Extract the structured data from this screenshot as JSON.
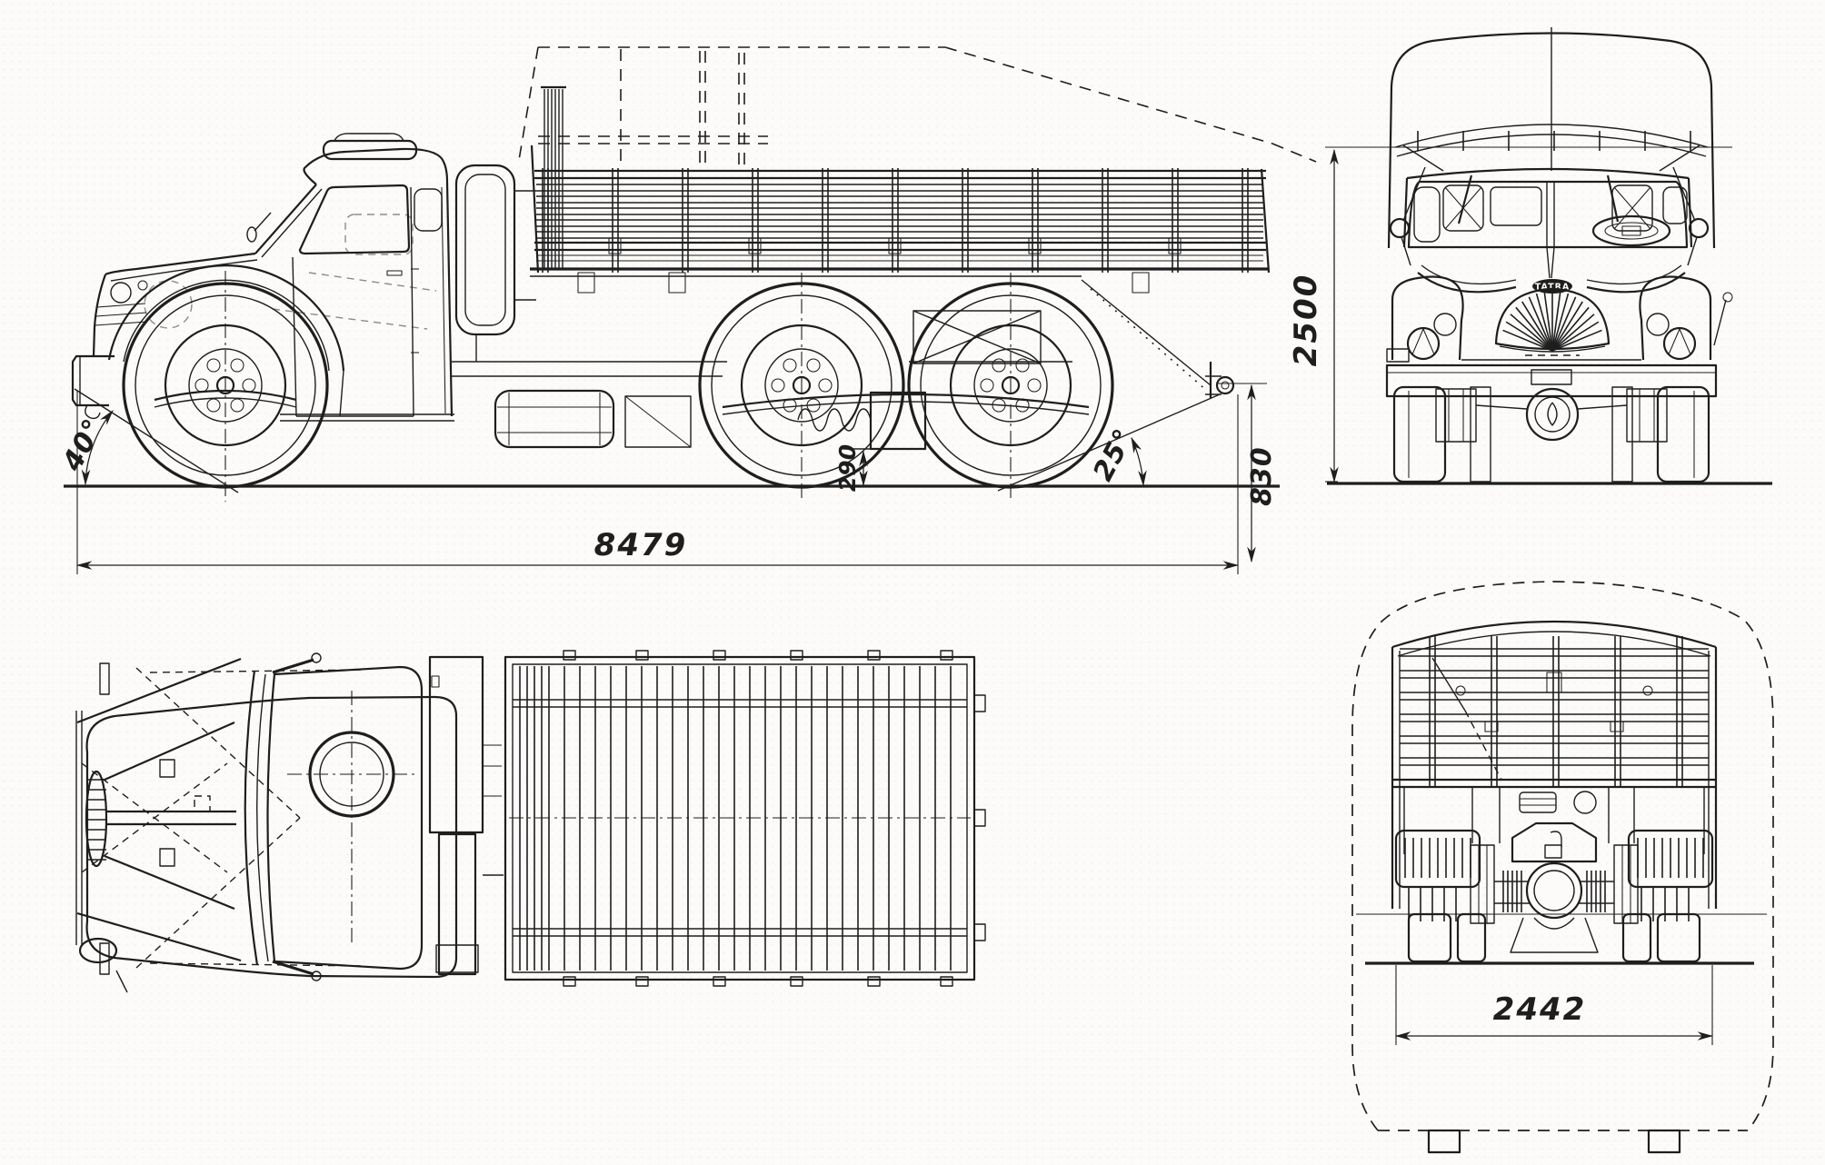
{
  "colors": {
    "ink": "#1e1e1e",
    "paper": "#fcfbf9"
  },
  "views": {
    "side": {
      "dimensions": {
        "overall_length": "8479",
        "approach_angle": "40°",
        "departure_angle": "25°",
        "bogie_clearance": "290",
        "rear_hook_height": "830"
      }
    },
    "front": {
      "dimensions": {
        "overall_height": "2500"
      },
      "badge": "TATRA"
    },
    "rear": {
      "dimensions": {
        "overall_width": "2442"
      }
    }
  }
}
